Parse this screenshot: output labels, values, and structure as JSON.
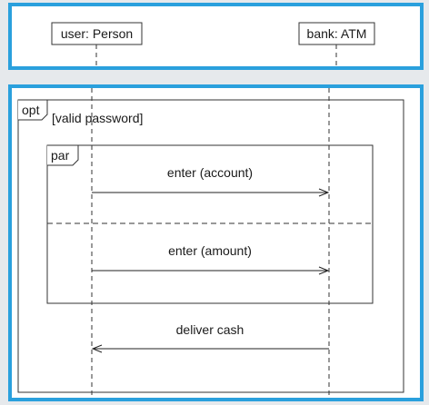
{
  "lifelines": {
    "person": "user: Person",
    "atm": "bank: ATM"
  },
  "fragments": {
    "opt": {
      "operator": "opt",
      "guard": "[valid password]"
    },
    "par": {
      "operator": "par"
    }
  },
  "messages": {
    "enter_account": "enter (account)",
    "enter_amount": "enter (amount)",
    "deliver_cash": "deliver cash"
  },
  "colors": {
    "frame_border": "#2aa0dd",
    "background": "#e6e9ec",
    "panel": "#ffffff",
    "line": "#222222"
  }
}
